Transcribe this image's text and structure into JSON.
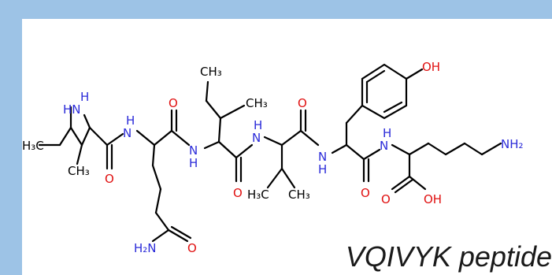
{
  "caption": "VQIVYK peptide",
  "colors": {
    "frame": "#9dc3e6",
    "bond": "#000000",
    "nitrogen": "#2b2bd9",
    "oxygen": "#e01010",
    "carbon_label": "#000000"
  },
  "atoms": {
    "n_terminal_amine": "HN",
    "n_terminal_h": "H",
    "h3c_left": "H₃C",
    "ch3_val1": "CH₃",
    "nh_1": "N",
    "h_nh1": "H",
    "o_1": "O",
    "h2n_gln": "H₂N",
    "o_gln_side": "O",
    "ch3_ile_ethyl": "CH₃",
    "ch3_ile_methyl": "CH₃",
    "nh_2": "N",
    "h_nh2": "H",
    "o_2": "O",
    "o_3": "O",
    "h3c_val2": "H₃C",
    "ch3_val2": "CH₃",
    "nh_3": "N",
    "h_nh3": "H",
    "o_4": "O",
    "oh_tyr": "OH",
    "o_5": "O",
    "nh_4": "N",
    "h_nh4": "H",
    "nh2_lys": "NH₂",
    "o_acid": "O",
    "oh_acid": "OH"
  }
}
